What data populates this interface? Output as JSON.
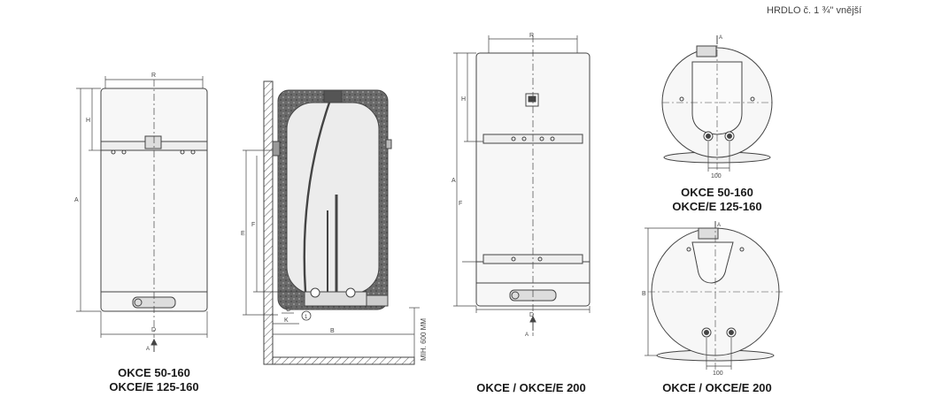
{
  "header": {
    "note": "HRDLO č. 1   ¾\" vnější"
  },
  "dims": {
    "A": "A",
    "B": "B",
    "C": "C",
    "D": "D",
    "E": "E",
    "F": "F",
    "H": "H",
    "K": "K",
    "R": "R",
    "dist100": "100",
    "min600": "МІН. 600 ММ",
    "circ1": "1"
  },
  "captions": {
    "fig1": [
      "OKCE 50-160",
      "OKCE/E 125-160"
    ],
    "fig3": "OKCE / OKCE/E 200",
    "fig4": [
      "OKCE 50-160",
      "OKCE/E 125-160"
    ],
    "fig5": "OKCE / OKCE/E 200"
  },
  "colors": {
    "line": "#444444",
    "insulation": "#5a5a5a",
    "tank": "#ececec",
    "body": "#f7f7f7"
  }
}
